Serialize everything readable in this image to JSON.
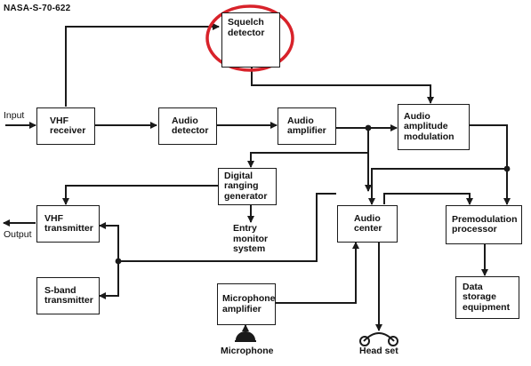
{
  "reference_id": "NASA-S-70-622",
  "colors": {
    "line": "#1a1a1a",
    "highlight": "#d8222a",
    "background": "#ffffff"
  },
  "blocks": {
    "squelch_detector": "Squelch\ndetector",
    "vhf_receiver": "VHF\nreceiver",
    "audio_detector": "Audio\ndetector",
    "audio_amplifier": "Audio\namplifier",
    "audio_amplitude_modulation": "Audio\namplitude\nmodulation",
    "digital_ranging_generator": "Digital\nranging\ngenerator",
    "vhf_transmitter": "VHF\ntransmitter",
    "s_band_transmitter": "S-band\ntransmitter",
    "audio_center": "Audio\ncenter",
    "premodulation_processor": "Premodulation\nprocessor",
    "data_storage_equipment": "Data\nstorage\nequipment",
    "microphone_amplifier": "Microphone\namplifier"
  },
  "labels": {
    "input": "Input",
    "output": "Output",
    "entry_monitor_system": "Entry\nmonitor\nsystem",
    "microphone": "Microphone",
    "head_set": "Head set"
  },
  "icons": {
    "microphone": "microphone-icon",
    "headset": "headset-icon"
  }
}
